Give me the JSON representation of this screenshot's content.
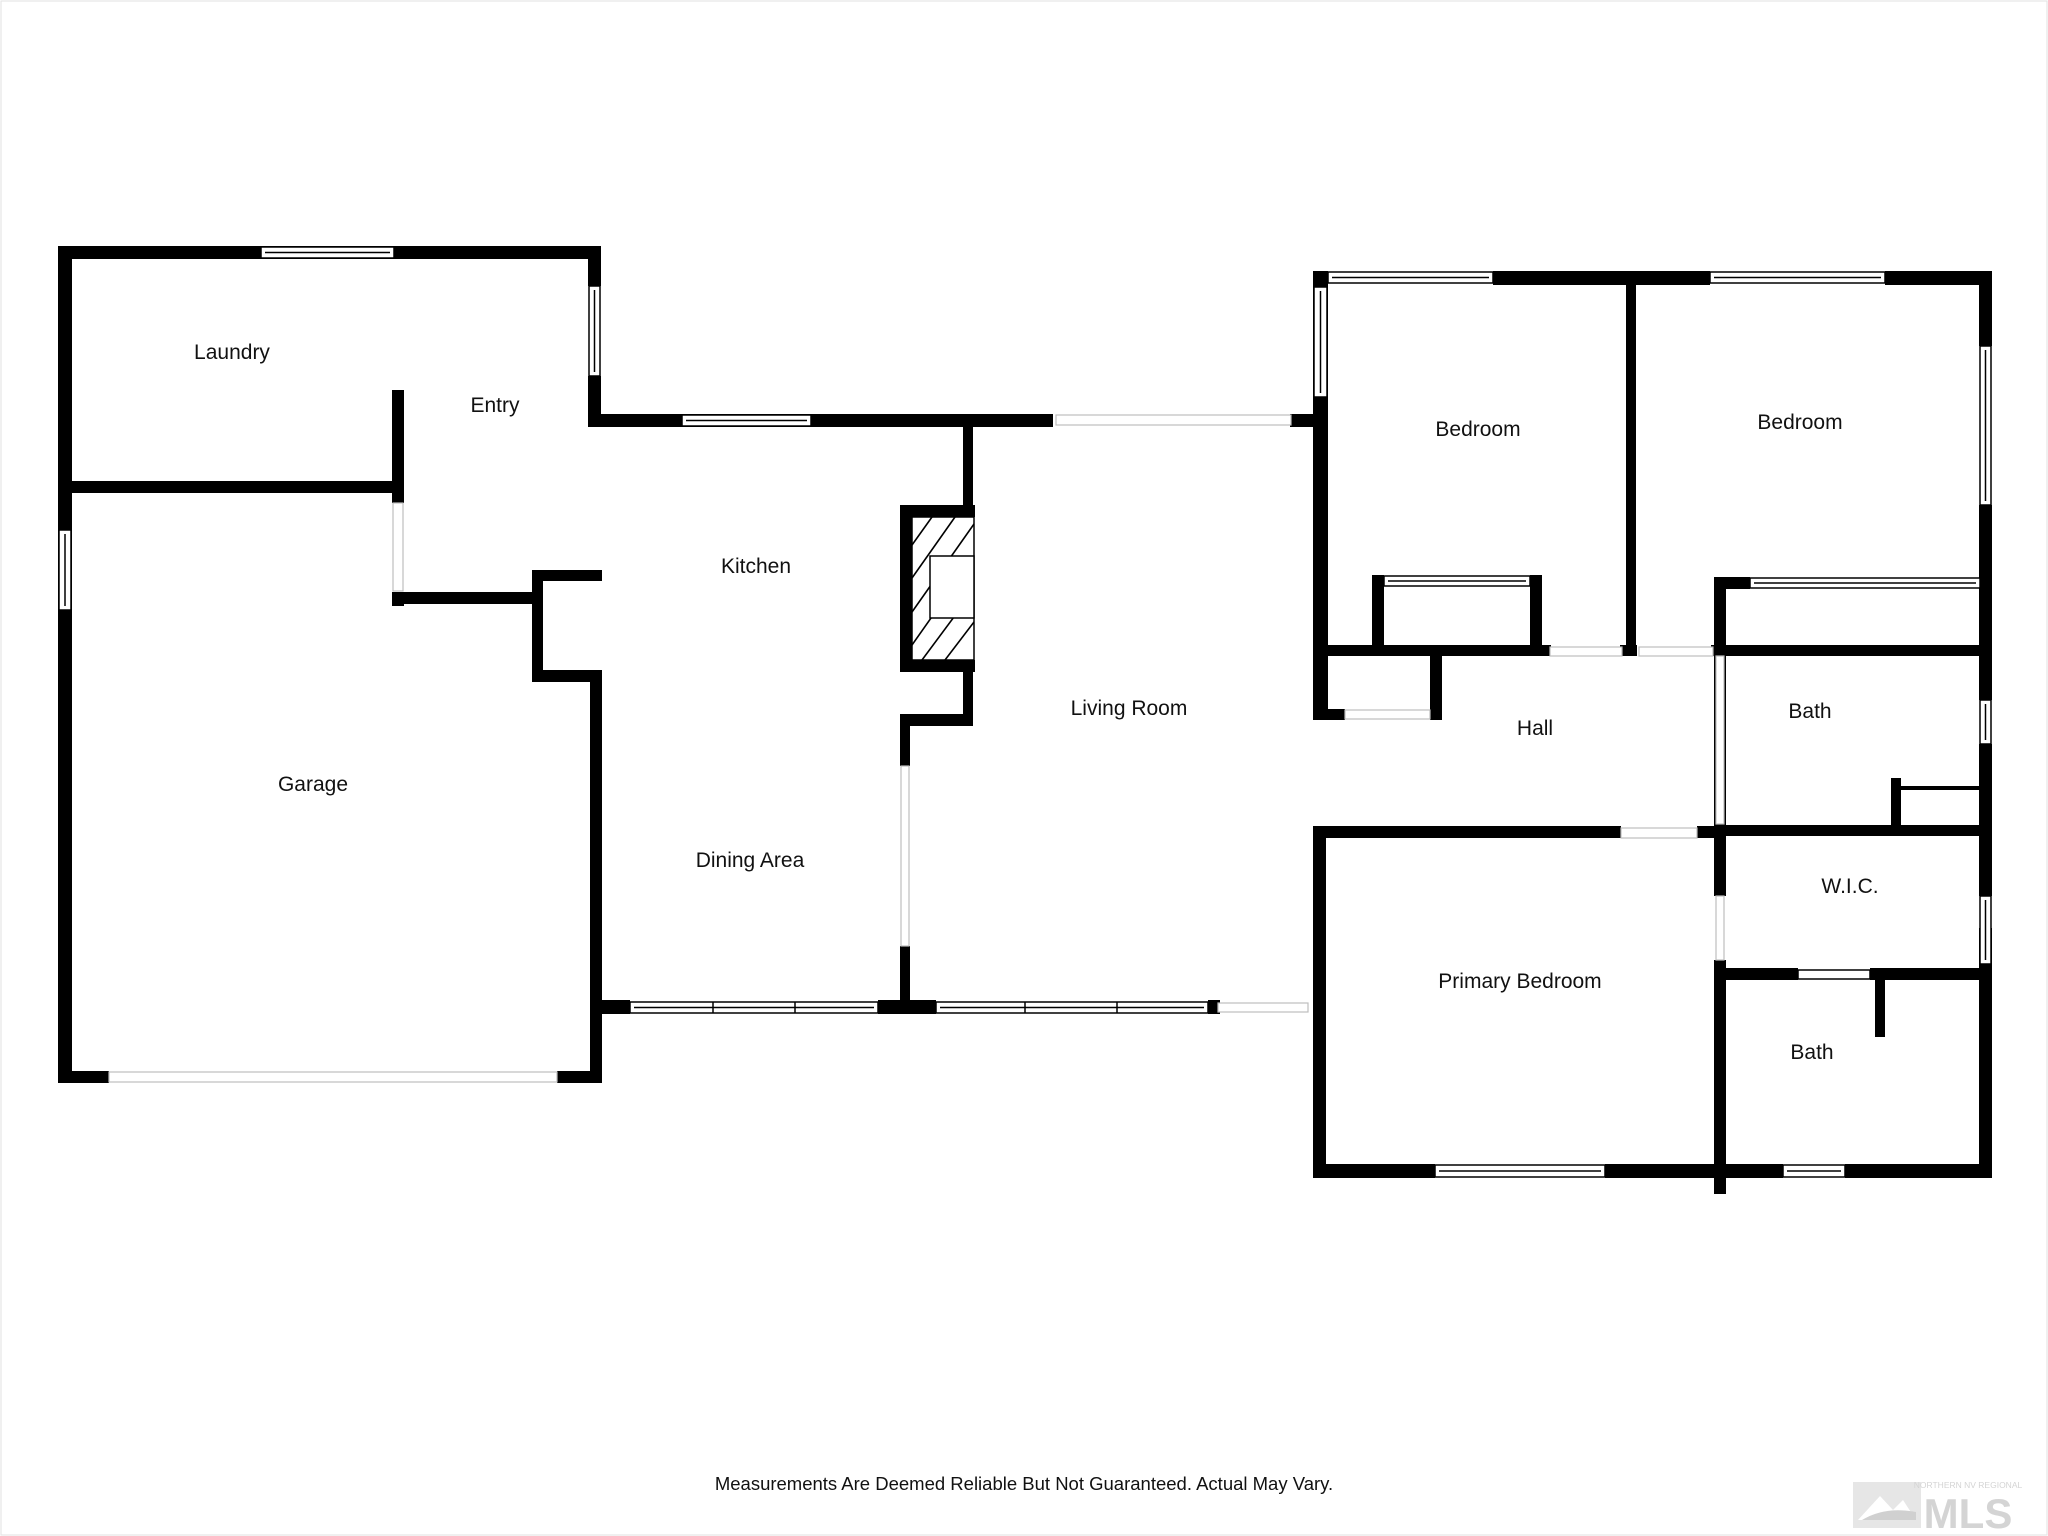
{
  "rooms": {
    "laundry": "Laundry",
    "entry": "Entry",
    "kitchen": "Kitchen",
    "garage": "Garage",
    "dining_area": "Dining Area",
    "living_room": "Living Room",
    "bedroom_1": "Bedroom",
    "bedroom_2": "Bedroom",
    "hall": "Hall",
    "bath_1": "Bath",
    "wic": "W.I.C.",
    "primary_bedroom": "Primary Bedroom",
    "bath_2": "Bath"
  },
  "footer": {
    "disclaimer": "Measurements Are Deemed Reliable But Not Guaranteed. Actual May Vary."
  },
  "logo": {
    "tagline": "NORTHERN NV REGIONAL",
    "name": "MLS"
  },
  "colors": {
    "wall": "#000000",
    "background": "#ffffff",
    "logo": "#d4d4d4"
  }
}
